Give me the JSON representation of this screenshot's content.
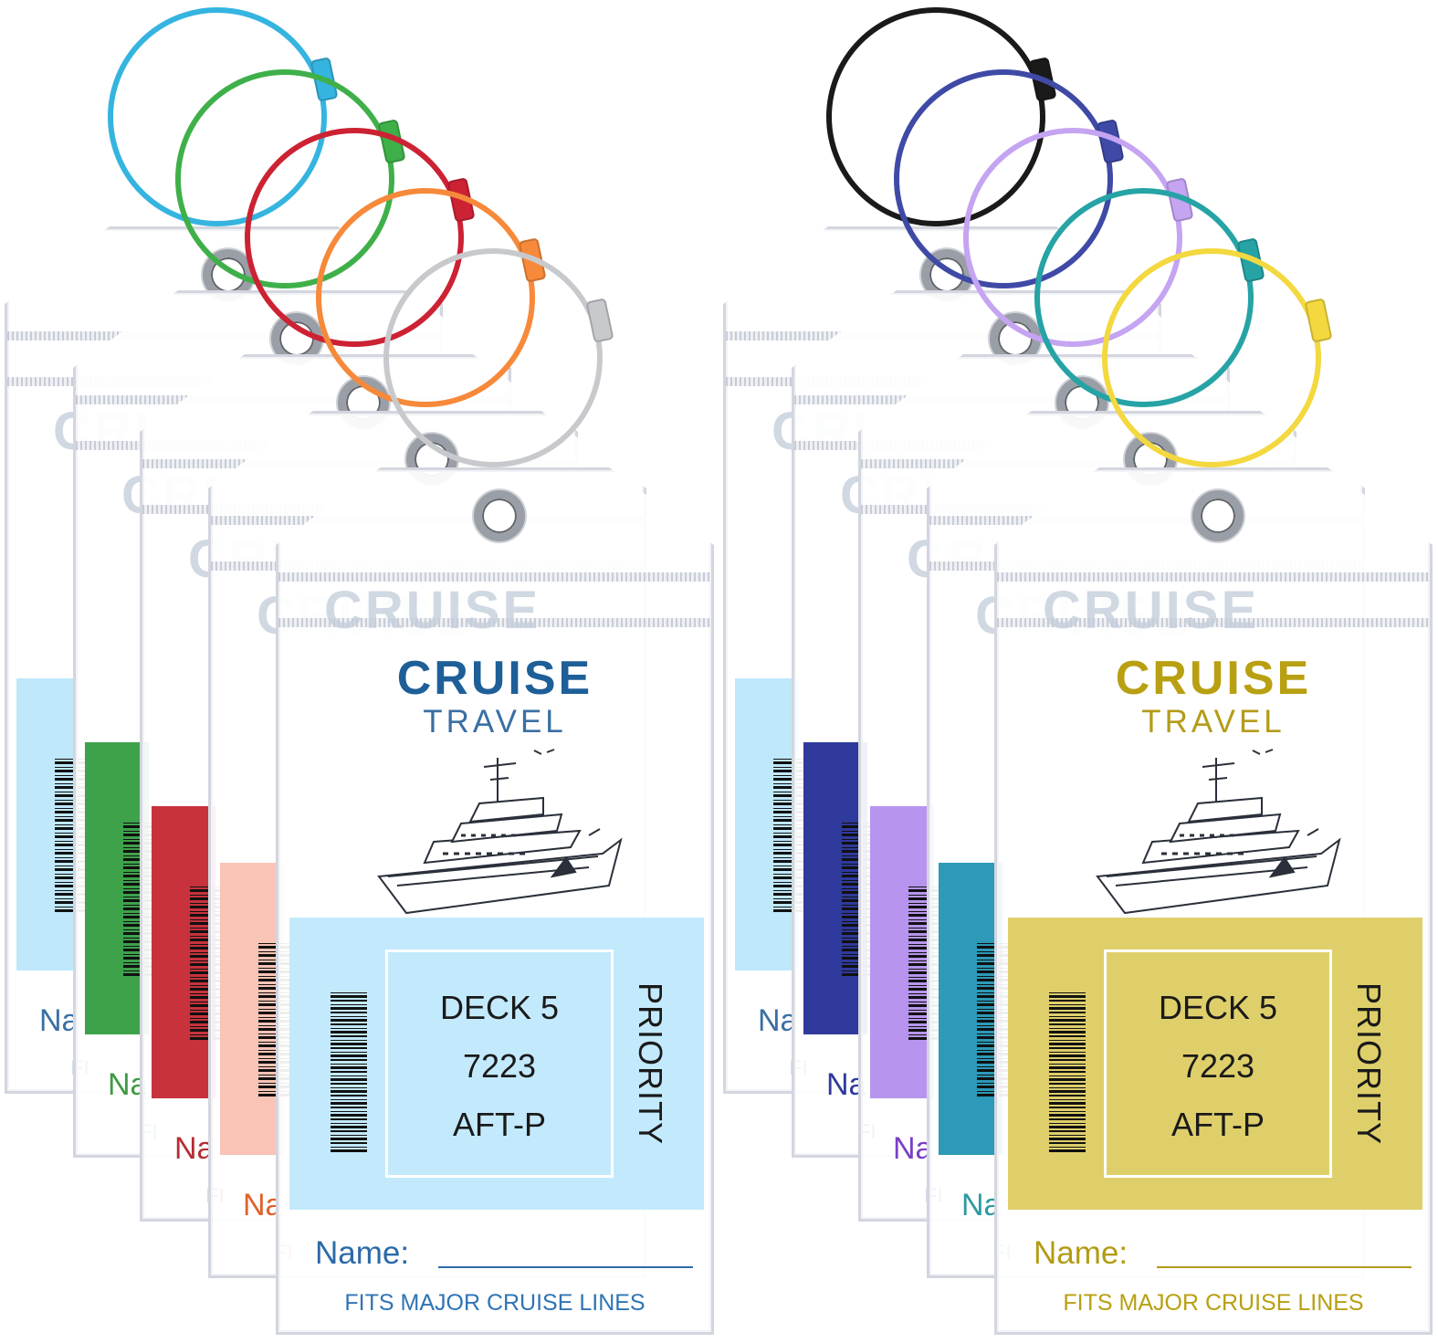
{
  "groups": [
    {
      "id": "left",
      "front": {
        "brand": "CRUISE",
        "subtitle": "TRAVEL",
        "deck_lines": [
          "DECK 5",
          "7223",
          "AFT-P"
        ],
        "priority": "PRIORITY",
        "name_label": "Name:",
        "fits": "FITS MAJOR CRUISE LINES",
        "text_color": "#1e5f98",
        "sub_color": "#3a6fa3",
        "panel_color": "#c3eafc",
        "name_color": "#2c6aa8",
        "fits_color": "#2f74b5"
      },
      "back_tags": [
        {
          "color": "#bfe8fb",
          "name_color": "#3a6fa3"
        },
        {
          "color": "#3ea24a",
          "name_color": "#3f9a43"
        },
        {
          "color": "#c7323c",
          "name_color": "#b52d33"
        },
        {
          "color": "#f9c4b5",
          "name_color": "#e0612b"
        }
      ],
      "rings": [
        "#35b4e0",
        "#3fb049",
        "#cc2233",
        "#f6893a",
        "#c7c9cc"
      ]
    },
    {
      "id": "right",
      "front": {
        "brand": "CRUISE",
        "subtitle": "TRAVEL",
        "deck_lines": [
          "DECK 5",
          "7223",
          "AFT-P"
        ],
        "priority": "PRIORITY",
        "name_label": "Name:",
        "fits": "FITS MAJOR CRUISE LINES",
        "text_color": "#b8a012",
        "sub_color": "#b49c1a",
        "panel_color": "#dfcf6b",
        "name_color": "#b39b14",
        "fits_color": "#b8a012"
      },
      "back_tags": [
        {
          "color": "#bfe8fb",
          "name_color": "#3a6fa3"
        },
        {
          "color": "#2f3a9c",
          "name_color": "#2f3a9c"
        },
        {
          "color": "#b795ee",
          "name_color": "#7a3fc7"
        },
        {
          "color": "#2c9ab8",
          "name_color": "#2c9aa0"
        }
      ],
      "rings": [
        "#1a1a1a",
        "#3f4aa6",
        "#c5a4f2",
        "#26a3a5",
        "#f3d83f"
      ]
    }
  ],
  "ghost_word": "CRUISE",
  "name_short": "Na",
  "fits_short": "FI"
}
